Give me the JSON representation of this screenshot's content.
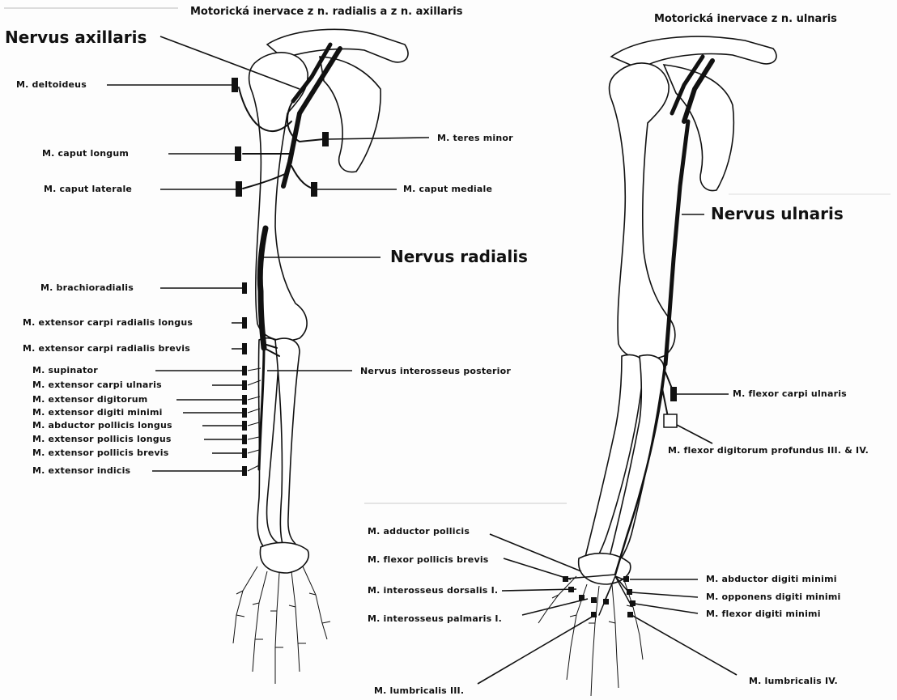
{
  "titles": {
    "left": "Motorická inervace z n. radialis a z n. axillaris",
    "right": "Motorická inervace z n. ulnaris"
  },
  "nerves": {
    "axillaris": "Nervus axillaris",
    "radialis": "Nervus radialis",
    "ulnaris": "Nervus ulnaris",
    "interosseus_posterior": "Nervus interosseus posterior"
  },
  "left_muscles": {
    "deltoideus": "M. deltoideus",
    "teres_minor": "M. teres minor",
    "caput_longum": "M. caput longum",
    "caput_laterale": "M. caput laterale",
    "caput_mediale": "M. caput mediale",
    "brachioradialis": "M. brachioradialis",
    "ecr_longus": "M. extensor carpi radialis longus",
    "ecr_brevis": "M. extensor carpi radialis brevis",
    "supinator": "M. supinator",
    "ecu": "M. extensor carpi ulnaris",
    "ext_digitorum": "M. extensor digitorum",
    "ext_digiti_minimi": "M. extensor digiti minimi",
    "abd_pollicis_longus": "M. abductor pollicis longus",
    "ext_pollicis_longus": "M. extensor pollicis longus",
    "ext_pollicis_brevis": "M. extensor pollicis brevis",
    "ext_indicis": "M. extensor indicis"
  },
  "right_muscles": {
    "flexor_carpi_ulnaris": "M. flexor carpi ulnaris",
    "flexor_digitorum_profundus": "M. flexor digitorum profundus III. & IV.",
    "adductor_pollicis": "M. adductor pollicis",
    "flexor_pollicis_brevis": "M. flexor pollicis brevis",
    "interosseus_dorsalis": "M. interosseus dorsalis I.",
    "interosseus_palmaris": "M. interosseus palmaris I.",
    "lumbricalis_3": "M. lumbricalis III.",
    "abductor_digiti_minimi": "M. abductor digiti minimi",
    "opponens_digiti_minimi": "M. opponens digiti minimi",
    "flexor_digiti_minimi": "M. flexor digiti minimi",
    "lumbricalis_4": "M. lumbricalis IV."
  }
}
